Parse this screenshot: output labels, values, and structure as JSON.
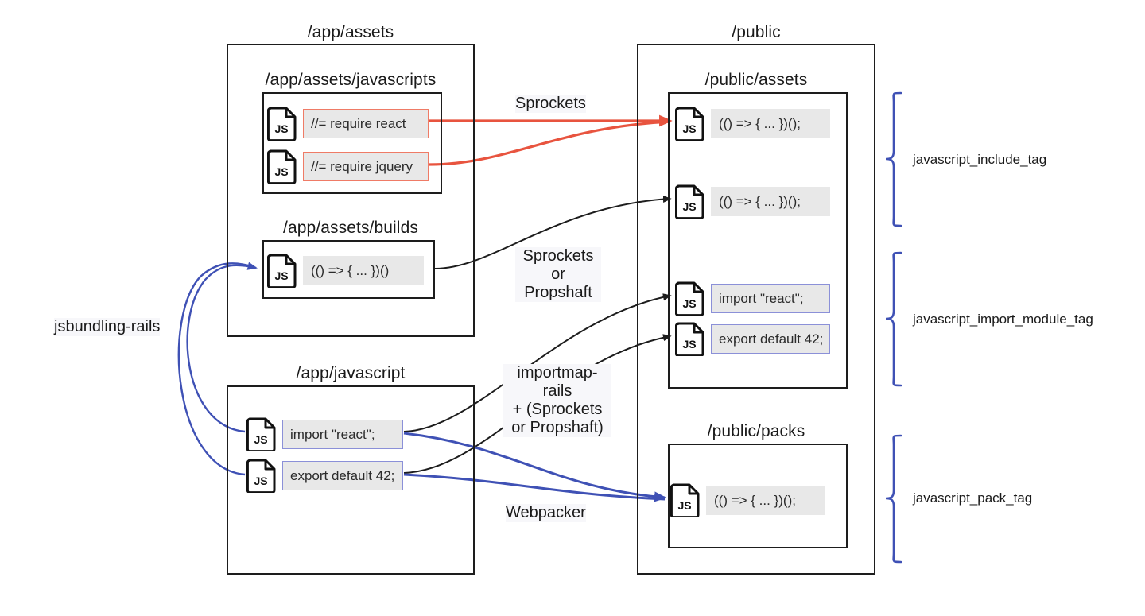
{
  "diagram": {
    "title": "Rails JavaScript asset pipeline options",
    "colors": {
      "outline": "#1d1d1d",
      "sprockets_arrow": "#e8543f",
      "bundler_arrow": "#3f51b5",
      "brace": "#3f51b5",
      "chip_fill": "#e8e8e8",
      "chip_border_red": "#ef7b66",
      "chip_border_blue": "#8b90d8",
      "label_bg": "#f7f7fa"
    }
  },
  "groups": {
    "app_assets": {
      "caption": "/app/assets",
      "javascripts": {
        "caption": "/app/assets/javascripts",
        "files": [
          {
            "icon": "js-file-icon",
            "code": "//= require react"
          },
          {
            "icon": "js-file-icon",
            "code": "//= require jquery"
          }
        ]
      },
      "builds": {
        "caption": "/app/assets/builds",
        "files": [
          {
            "icon": "js-file-icon",
            "code": "(() => { ... })()"
          }
        ]
      }
    },
    "app_javascript": {
      "caption": "/app/javascript",
      "files": [
        {
          "icon": "js-file-icon",
          "code": "import \"react\";"
        },
        {
          "icon": "js-file-icon",
          "code": "export default 42;"
        }
      ]
    },
    "public": {
      "caption": "/public",
      "assets": {
        "caption": "/public/assets",
        "files": [
          {
            "icon": "js-file-icon",
            "code": "(() => { ... })();"
          },
          {
            "icon": "js-file-icon",
            "code": "(() => { ... })();"
          },
          {
            "icon": "js-file-icon",
            "code": "import \"react\";"
          },
          {
            "icon": "js-file-icon",
            "code": "export default 42;"
          }
        ]
      },
      "packs": {
        "caption": "/public/packs",
        "files": [
          {
            "icon": "js-file-icon",
            "code": "(() => { ... })();"
          }
        ]
      }
    }
  },
  "edge_labels": {
    "sprockets": "Sprockets",
    "sprockets_or_propshaft_line1": "Sprockets",
    "sprockets_or_propshaft_line2": "or Propshaft",
    "importmap_line1": "importmap-rails",
    "importmap_line2": "+ (Sprockets",
    "importmap_line3": "or Propshaft)",
    "webpacker": "Webpacker",
    "jsbundling": "jsbundling-rails"
  },
  "helper_tags": [
    {
      "label": "javascript_include_tag"
    },
    {
      "label": "javascript_import_module_tag"
    },
    {
      "label": "javascript_pack_tag"
    }
  ]
}
